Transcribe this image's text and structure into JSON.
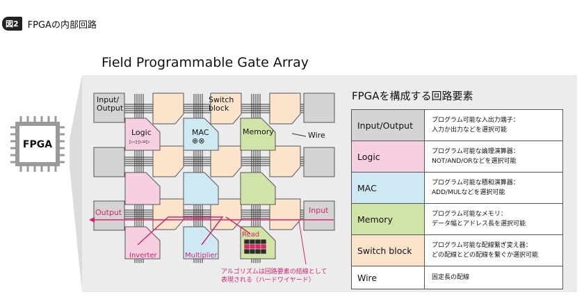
{
  "figure": {
    "number": "図2",
    "caption": "FPGAの内部回路"
  },
  "chip_label": "FPGA",
  "main_title": "Field Programmable Gate Array",
  "block_labels": {
    "io": "Input/\nOutput",
    "switch": "Switch\nblock",
    "logic": "Logic",
    "mac": "MAC",
    "memory": "Memory",
    "wire": "Wire",
    "output": "Output",
    "input": "Input",
    "inverter": "Inverter",
    "multiplier": "Multiplier",
    "read": "Read"
  },
  "annotation": "アルゴリズムは回路要素の結線として\n表現される（ハードワイヤード）",
  "legend": {
    "title": "FPGAを構成する回路要素",
    "rows": [
      {
        "name": "Input/Output",
        "desc": "プログラム可能な入出力端子：\n入力か出力などを選択可能",
        "color": "#d4d4d4"
      },
      {
        "name": "Logic",
        "desc": "プログラム可能な論理演算器：\nNOT/AND/ORなどを選択可能",
        "color": "#f6cfe0"
      },
      {
        "name": "MAC",
        "desc": "プログラム可能な積和演算器：\nADD/MULなどを選択可能",
        "color": "#cfe9f3"
      },
      {
        "name": "Memory",
        "desc": "プログラム可能なメモリ：\nデータ幅とアドレス長を選択可能",
        "color": "#d2e3a8"
      },
      {
        "name": "Switch block",
        "desc": "プログラム可能な配線繋ぎ変え器：\nどの配線とどの配線を繋ぐか選択可能",
        "color": "#fbe3cc"
      },
      {
        "name": "Wire",
        "desc": "固定長の配線",
        "color": "#ffffff"
      }
    ]
  },
  "colors": {
    "io": "#d4d4d4",
    "logic": "#f6cfe0",
    "mac": "#cfe9f3",
    "memory": "#d2e3a8",
    "switch": "#fbe3cc",
    "panel": "#ececec",
    "accent": "#d6246e"
  }
}
